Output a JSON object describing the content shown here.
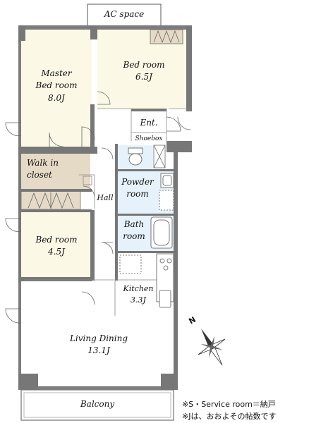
{
  "rooms": {
    "ac_space": "AC space",
    "master_bedroom": {
      "line1": "Master",
      "line2": "Bed room",
      "size": "8.0J"
    },
    "bedroom_65": {
      "name": "Bed room",
      "size": "6.5J"
    },
    "entrance": "Ent.",
    "shoebox": "Shoebox",
    "walk_in_closet": {
      "line1": "Walk in",
      "line2": "closet"
    },
    "hall": "Hall",
    "powder_room": {
      "line1": "Powder",
      "line2": "room"
    },
    "bath_room": {
      "line1": "Bath",
      "line2": "room"
    },
    "bedroom_45": {
      "name": "Bed room",
      "size": "4.5J"
    },
    "kitchen": {
      "name": "Kitchen",
      "size": "3.3J"
    },
    "living_dining": {
      "name": "Living Dining",
      "size": "13.1J"
    },
    "balcony": "Balcony"
  },
  "compass": {
    "north_label": "N"
  },
  "notes": [
    "※S・Service room＝納戸",
    "※Jは、おおよその帖数です"
  ],
  "colors": {
    "bedroom_fill": "#fbf9e6",
    "closet_fill": "#e5dac6",
    "wet_fill": "#e6f2fb",
    "wall": "#777777"
  }
}
